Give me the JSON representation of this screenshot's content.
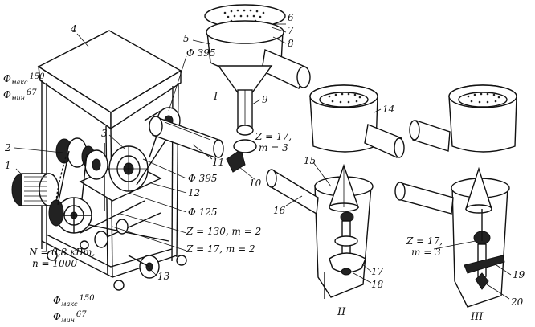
{
  "figure": {
    "part_numbers": [
      "1",
      "2",
      "3",
      "4",
      "5",
      "6",
      "7",
      "8",
      "9",
      "10",
      "11",
      "12",
      "13",
      "14",
      "15",
      "16",
      "17",
      "18",
      "19",
      "20"
    ],
    "views": [
      "I",
      "II",
      "III"
    ],
    "annotations": {
      "phi_395_top": "Φ 395",
      "phi_395_mid": "Φ 395",
      "phi_125": "Φ 125",
      "phi_max_top": "Φ",
      "phi_max_top_sub": "макс",
      "phi_max_top_val": "150",
      "phi_min_top": "Φ",
      "phi_min_top_sub": "мин",
      "phi_min_top_val": "67",
      "phi_max_bottom": "Φ",
      "phi_max_bottom_sub": "макс",
      "phi_max_bottom_val": "150",
      "phi_min_bottom": "Φ",
      "phi_min_bottom_sub": "мин",
      "phi_min_bottom_val": "67",
      "z17_m3_a_line1": "Z = 17,",
      "z17_m3_a_line2": "m = 3",
      "z130_m2": "Z = 130, m = 2",
      "z17_m2": "Z = 17, m = 2",
      "motor_line1": "N = 0,8 кВт,",
      "motor_line2": "n = 1000",
      "z17_m3_b_line1": "Z = 17,",
      "z17_m3_b_line2": "m = 3"
    }
  }
}
